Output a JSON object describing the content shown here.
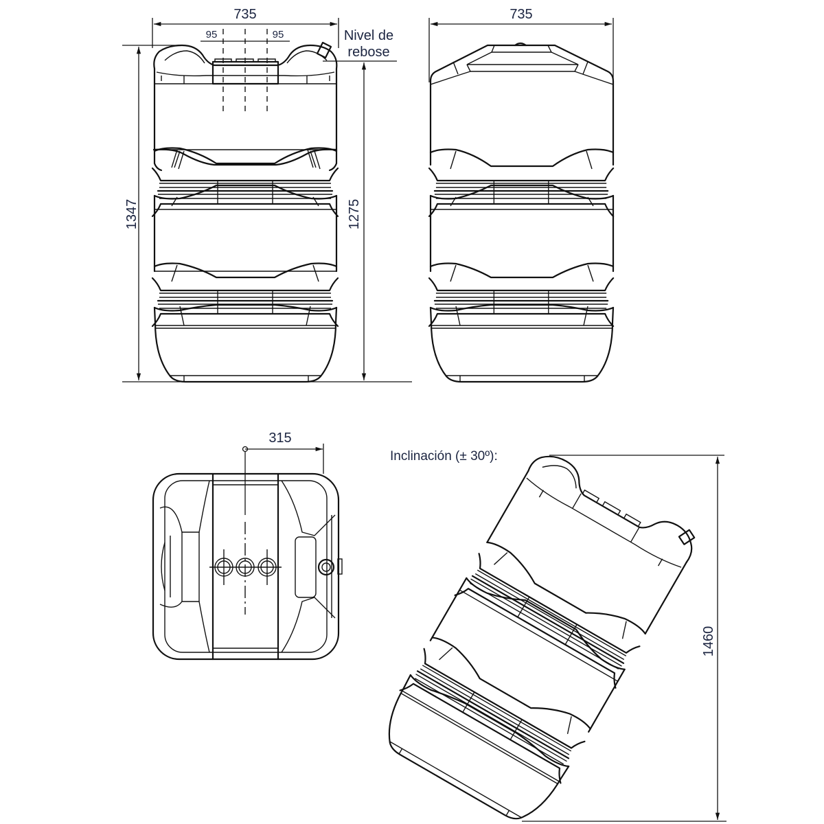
{
  "drawing": {
    "front_view": {
      "width_dim": "735",
      "spacing_left": "95",
      "spacing_right": "95",
      "overflow_label_line1": "Nivel de",
      "overflow_label_line2": "rebose",
      "total_height_dim": "1347",
      "overflow_height_dim": "1275"
    },
    "side_view": {
      "width_dim": "735"
    },
    "top_view": {
      "offset_dim": "315"
    },
    "tilted_view": {
      "title": "Inclinación (± 30º):",
      "height_dim": "1460"
    },
    "colors": {
      "line": "#111111",
      "label": "#1b2440"
    }
  }
}
